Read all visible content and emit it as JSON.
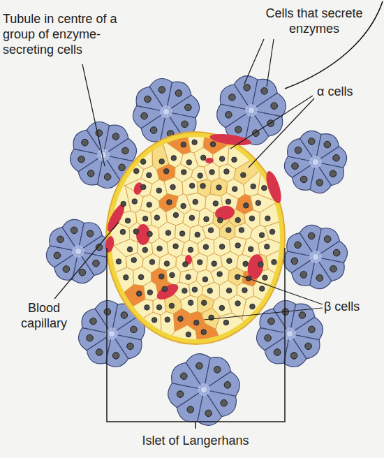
{
  "diagram": {
    "labels": [
      "Tubule in centre of a group of enzyme-secreting cells",
      "Cells that secrete enzymes",
      "α cells",
      "Blood capillary",
      "β cells",
      "Islet of Langerhans"
    ]
  }
}
